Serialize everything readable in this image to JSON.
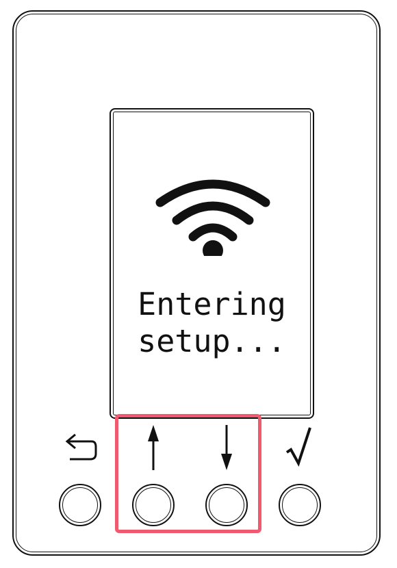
{
  "screen": {
    "icon": "wifi-icon",
    "message_line1": "Entering",
    "message_line2": "setup..."
  },
  "buttons": [
    {
      "name": "back-button",
      "icon": "back-arrow-icon"
    },
    {
      "name": "up-button",
      "icon": "up-arrow-icon"
    },
    {
      "name": "down-button",
      "icon": "down-arrow-icon"
    },
    {
      "name": "confirm-button",
      "icon": "checkmark-icon"
    }
  ],
  "highlight": {
    "color": "#f05a6e",
    "target": [
      "up-button",
      "down-button"
    ]
  }
}
